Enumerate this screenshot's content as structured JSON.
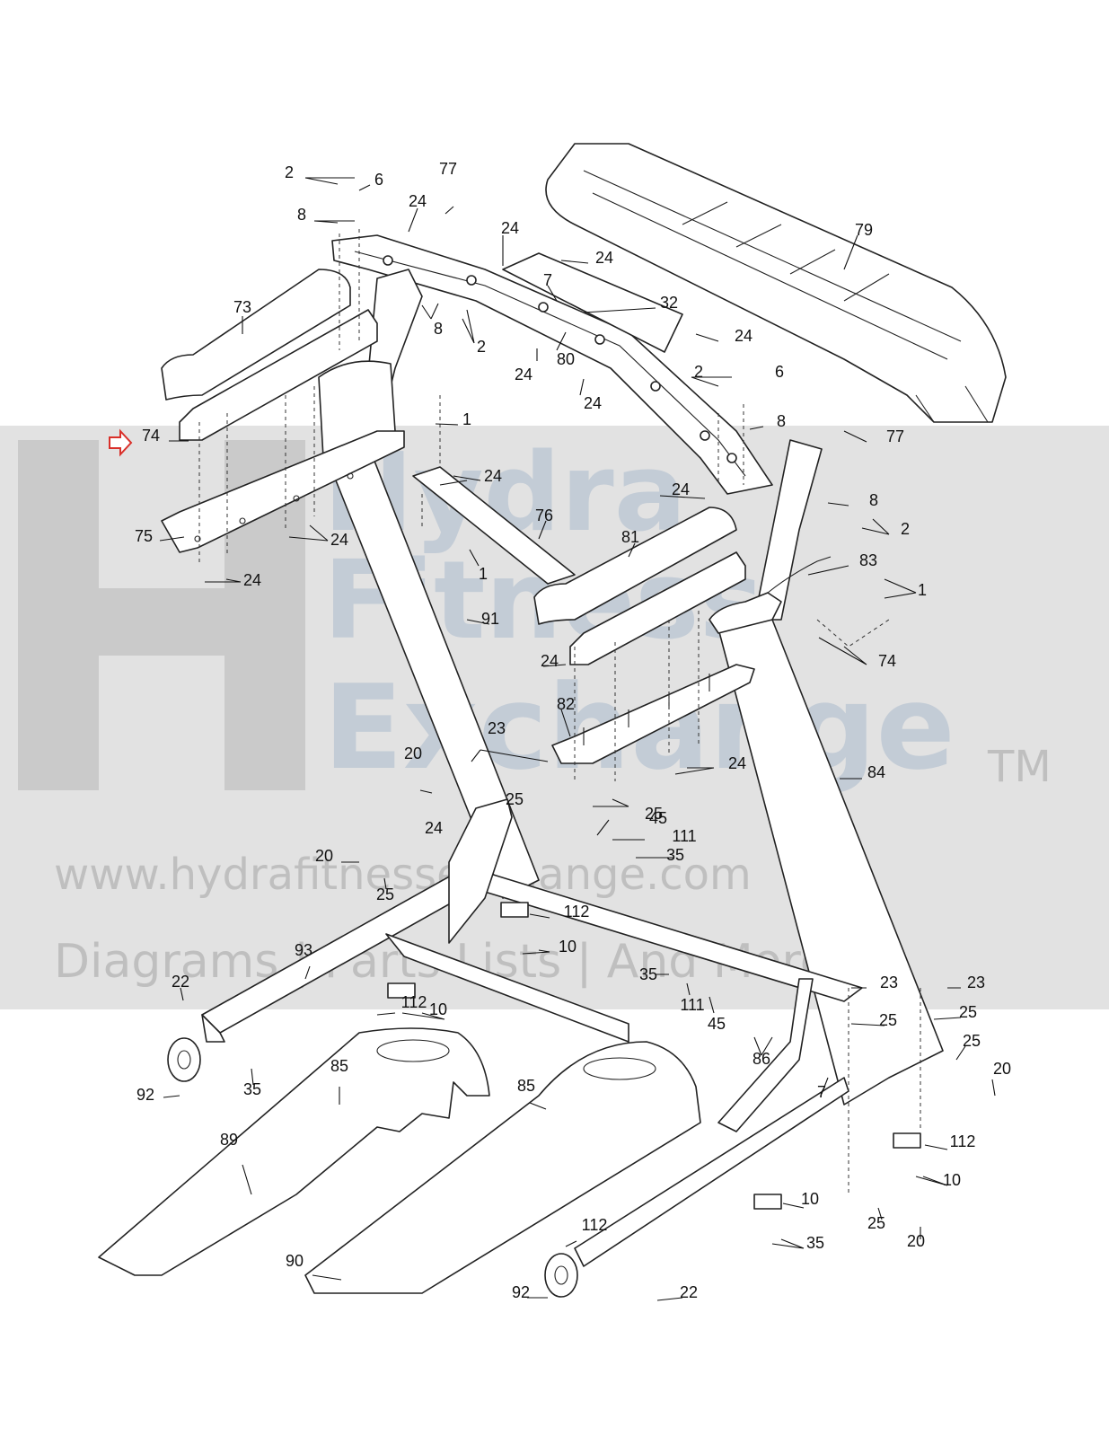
{
  "watermark": {
    "brand_line1": "Hydra",
    "brand_line2": "Fitness",
    "brand_line3": "Exchange",
    "trademark": "TM",
    "url": "www.hydrafitnessexchange.com",
    "tagline": "Diagrams | Parts Lists | And More",
    "band_color": "#9a9a9a",
    "logo_color": "#8fb0cf"
  },
  "highlight": {
    "arrow_color": "#d9302a",
    "part_label": "74"
  },
  "callouts": [
    "2",
    "6",
    "77",
    "24",
    "8",
    "24",
    "24",
    "79",
    "73",
    "7",
    "32",
    "8",
    "2",
    "24",
    "80",
    "24",
    "2",
    "6",
    "24",
    "8",
    "74",
    "1",
    "77",
    "24",
    "24",
    "8",
    "76",
    "81",
    "2",
    "75",
    "24",
    "1",
    "83",
    "24",
    "1",
    "91",
    "74",
    "24",
    "23",
    "82",
    "20",
    "24",
    "84",
    "25",
    "45",
    "24",
    "25",
    "111",
    "20",
    "35",
    "25",
    "112",
    "10",
    "93",
    "35",
    "22",
    "111",
    "23",
    "23",
    "112",
    "10",
    "45",
    "25",
    "25",
    "25",
    "92",
    "35",
    "85",
    "86",
    "20",
    "85",
    "7",
    "89",
    "112",
    "10",
    "112",
    "35",
    "10",
    "25",
    "20",
    "90",
    "92",
    "22"
  ]
}
